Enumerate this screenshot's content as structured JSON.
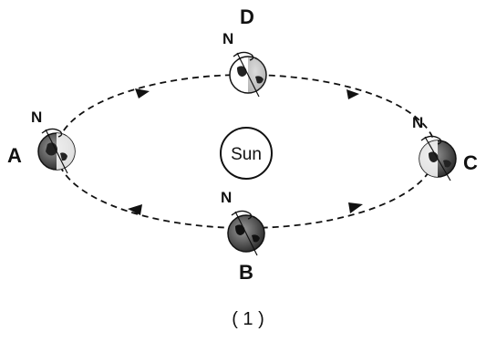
{
  "diagram": {
    "sun_label": "Sun",
    "caption": "( 1 )",
    "north_label": "N",
    "positions": [
      {
        "id": "A",
        "label": "A"
      },
      {
        "id": "B",
        "label": "B"
      },
      {
        "id": "C",
        "label": "C"
      },
      {
        "id": "D",
        "label": "D"
      }
    ],
    "colors": {
      "ink": "#111111",
      "background": "#ffffff"
    }
  }
}
